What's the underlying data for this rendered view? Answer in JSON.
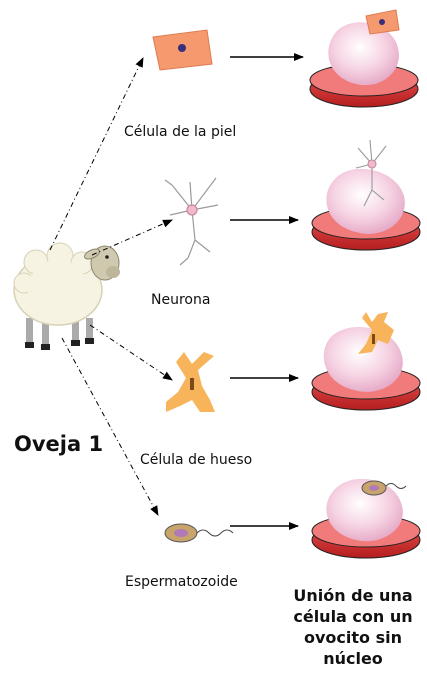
{
  "sheep_label": "Oveja 1",
  "cells": [
    {
      "id": "skin",
      "label": "Célula de la piel"
    },
    {
      "id": "neuron",
      "label": "Neurona"
    },
    {
      "id": "bone",
      "label": "Célula de hueso"
    },
    {
      "id": "sperm",
      "label": "Espermatozoide"
    }
  ],
  "result_label": [
    "Unión de una",
    "célula con un",
    "ovocito sin",
    "núcleo"
  ],
  "colors": {
    "dish": "#d93a3a",
    "oocyte": "#f3c9dd",
    "skin_cell": "#f49a6e",
    "bone_cell": "#f8b45a",
    "neuron": "#a3a3a3",
    "sperm": "#c9a46a"
  }
}
